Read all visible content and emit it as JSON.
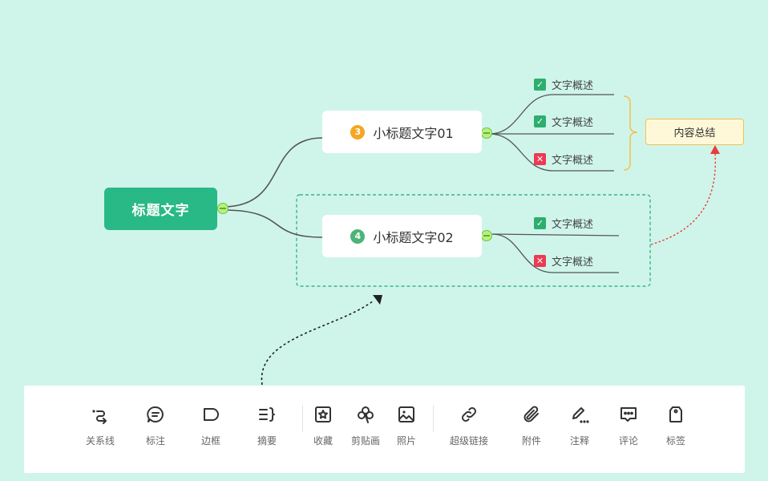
{
  "mindmap": {
    "root": {
      "label": "标题文字",
      "color": "#28b987"
    },
    "topics": [
      {
        "label": "小标题文字01",
        "badge": "3",
        "badge_color": "#f5a623"
      },
      {
        "label": "小标题文字02",
        "badge": "4",
        "badge_color": "#4cb478"
      }
    ],
    "leaves": [
      {
        "label": "文字概述",
        "status": "check"
      },
      {
        "label": "文字概述",
        "status": "check"
      },
      {
        "label": "文字概述",
        "status": "cross"
      },
      {
        "label": "文字概述",
        "status": "check"
      },
      {
        "label": "文字概述",
        "status": "cross"
      }
    ],
    "summary": {
      "label": "内容总结"
    },
    "colors": {
      "background": "#cff5ea",
      "collapse_knob": "#b6f27a",
      "summary_bracket": "#f2c14e",
      "relation_line": "#e83d3d",
      "boundary": "#3ab58a"
    }
  },
  "toolbar": {
    "items": [
      {
        "label": "关系线",
        "icon": "relation-line-icon"
      },
      {
        "label": "标注",
        "icon": "callout-icon"
      },
      {
        "label": "边框",
        "icon": "boundary-icon"
      },
      {
        "label": "摘要",
        "icon": "summary-icon"
      },
      {
        "label": "收藏",
        "icon": "favorite-icon"
      },
      {
        "label": "剪贴画",
        "icon": "clipart-icon"
      },
      {
        "label": "照片",
        "icon": "photo-icon"
      },
      {
        "label": "超级链接",
        "icon": "hyperlink-icon"
      },
      {
        "label": "附件",
        "icon": "attachment-icon"
      },
      {
        "label": "注释",
        "icon": "annotation-icon"
      },
      {
        "label": "评论",
        "icon": "comment-icon"
      },
      {
        "label": "标签",
        "icon": "tag-icon"
      }
    ]
  }
}
